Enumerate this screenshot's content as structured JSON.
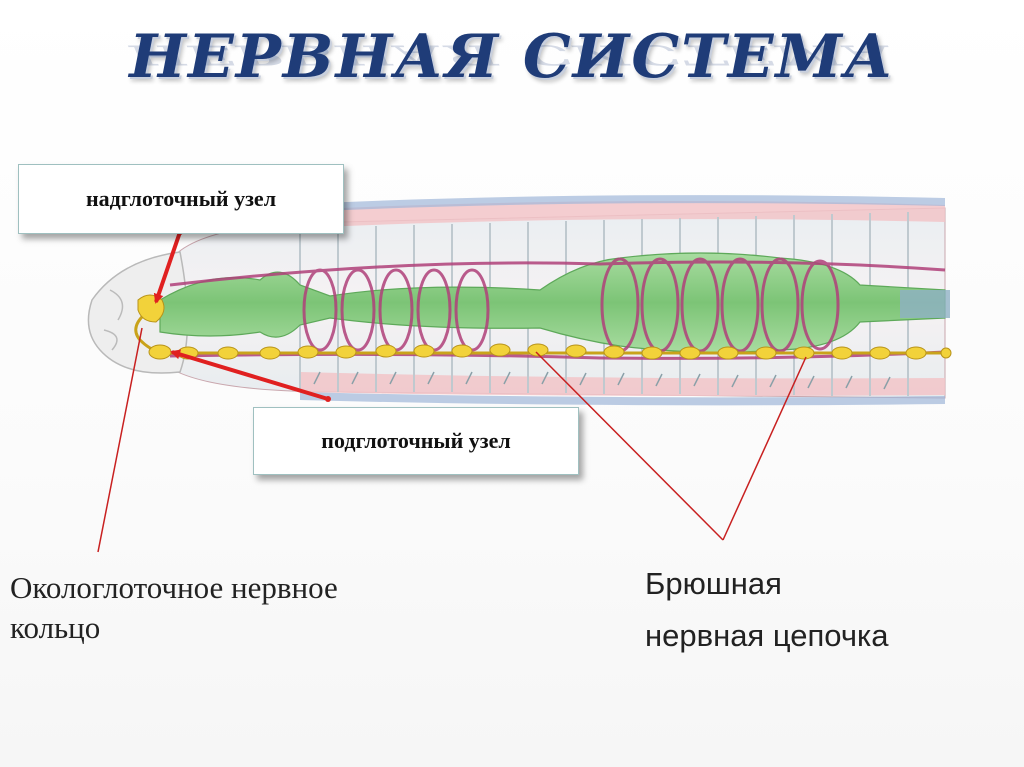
{
  "title": "НЕРВНАЯ СИСТЕМА",
  "labels": {
    "supraesophageal": "надглоточный узел",
    "subesophageal": "подглоточный узел",
    "ring_line1": "Окологлоточное нервное",
    "ring_line2": "кольцо",
    "chain_line1": "Брюшная",
    "chain_line2": "нервная цепочка"
  },
  "colors": {
    "title": "#1f3c78",
    "arrow": "#e02020",
    "pointer_line": "#c82020",
    "ganglia": "#f2d23a",
    "gut": "#8fd08a",
    "vessels": "#b0407a",
    "body_wall": "#f3c8cc"
  }
}
